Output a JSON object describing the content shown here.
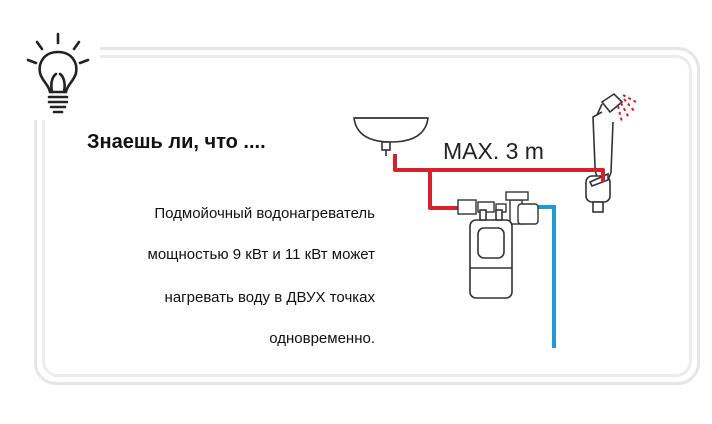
{
  "colors": {
    "hot_pipe": "#d8202a",
    "cold_pipe": "#1f9ad6",
    "outline": "#333333",
    "frame": "#e6e6e6",
    "text": "#111111"
  },
  "icons": [
    "lightbulb-icon",
    "sink-icon",
    "shower-icon",
    "faucet-icon",
    "water-heater-icon"
  ],
  "title": "Знаешь ли, что ....",
  "body": [
    "Подмойочный водонагреватель",
    "мощностью 9 кВт и 11 кВт может",
    "нагревать воду в ДВУХ точках",
    "одновременно."
  ],
  "diagram": {
    "max_distance_label": "MAX. 3 m"
  }
}
